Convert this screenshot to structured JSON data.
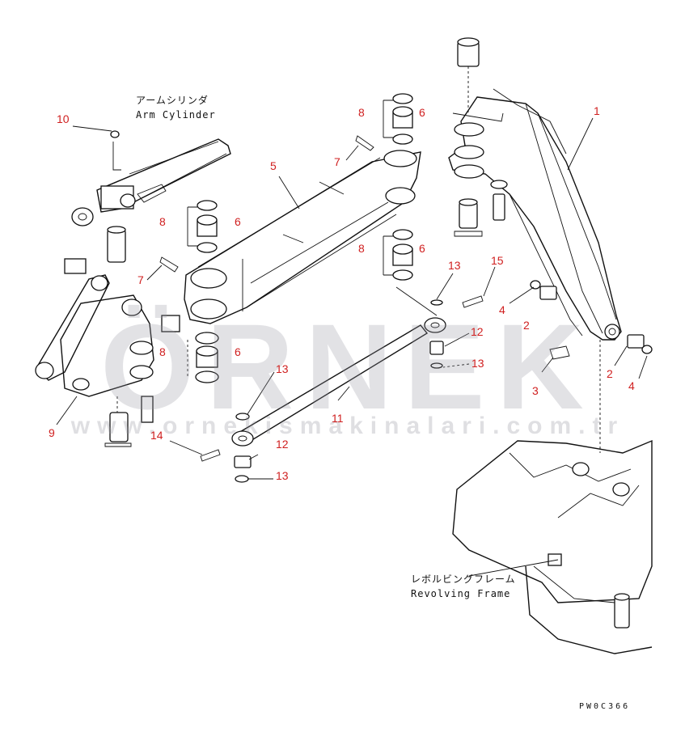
{
  "captions": {
    "arm_cylinder_jp": "アームシリンダ",
    "arm_cylinder_en": "Arm Cylinder",
    "revolving_frame_jp": "レボルビングフレーム",
    "revolving_frame_en": "Revolving Frame"
  },
  "drawing_code": "PW0C366",
  "watermark": {
    "brand": "ÖRNEK",
    "url": "www.ornekismakinalari.com.tr"
  },
  "callouts": [
    {
      "id": "c1",
      "text": "1"
    },
    {
      "id": "c2a",
      "text": "2"
    },
    {
      "id": "c2b",
      "text": "2"
    },
    {
      "id": "c3",
      "text": "3"
    },
    {
      "id": "c4a",
      "text": "4"
    },
    {
      "id": "c4b",
      "text": "4"
    },
    {
      "id": "c5",
      "text": "5"
    },
    {
      "id": "c6a",
      "text": "6"
    },
    {
      "id": "c6b",
      "text": "6"
    },
    {
      "id": "c6c",
      "text": "6"
    },
    {
      "id": "c6d",
      "text": "6"
    },
    {
      "id": "c7a",
      "text": "7"
    },
    {
      "id": "c7b",
      "text": "7"
    },
    {
      "id": "c8a",
      "text": "8"
    },
    {
      "id": "c8b",
      "text": "8"
    },
    {
      "id": "c8c",
      "text": "8"
    },
    {
      "id": "c8d",
      "text": "8"
    },
    {
      "id": "c9",
      "text": "9"
    },
    {
      "id": "c10",
      "text": "10"
    },
    {
      "id": "c11",
      "text": "11"
    },
    {
      "id": "c12a",
      "text": "12"
    },
    {
      "id": "c12b",
      "text": "12"
    },
    {
      "id": "c13a",
      "text": "13"
    },
    {
      "id": "c13b",
      "text": "13"
    },
    {
      "id": "c13c",
      "text": "13"
    },
    {
      "id": "c13d",
      "text": "13"
    },
    {
      "id": "c14",
      "text": "14"
    },
    {
      "id": "c15",
      "text": "15"
    }
  ],
  "colors": {
    "callout": "#d02020",
    "line": "#111111",
    "watermark": "#9696a0",
    "watermark_accent": "#f0c040"
  }
}
